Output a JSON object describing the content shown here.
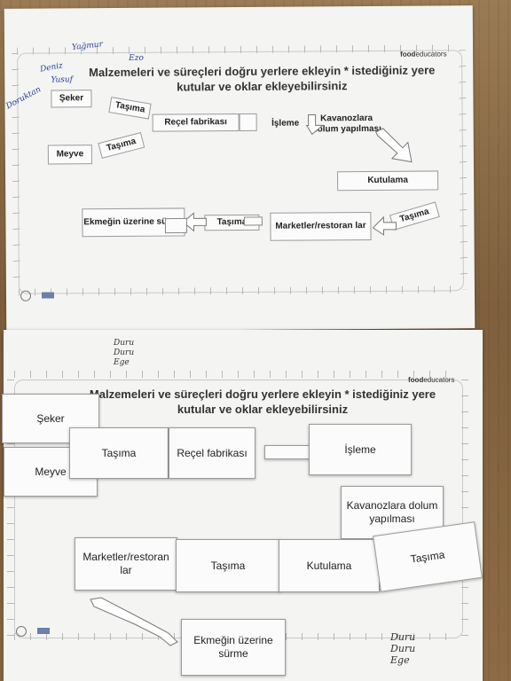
{
  "worksheets": [
    {
      "brand": {
        "bold": "food",
        "light": "educators"
      },
      "title_line1": "Malzemeleri ve süreçleri doğru yerlere ekleyin * istediğiniz yere",
      "title_line2": "kutular ve oklar ekleyebilirsiniz",
      "handwriting": [
        "Deniz",
        "Yağmur",
        "Yusuf",
        "Doruktan",
        "Ezo"
      ],
      "cards": {
        "seker": "Şeker",
        "tasima_1": "Taşıma",
        "recel": "Reçel fabrikası",
        "isleme": "İşleme",
        "kavanoz": "Kavanozlara dolum yapılması",
        "meyve": "Meyve",
        "tasima_2": "Taşıma",
        "kutulama": "Kutulama",
        "ekmek": "Ekmeğin üzerine sürme",
        "tasima_3": "Taşıma",
        "marketler": "Marketler/restoran lar",
        "tasima_4": "Taşıma"
      }
    },
    {
      "brand": {
        "bold": "food",
        "light": "educators"
      },
      "title_line1": "Malzemeleri ve süreçleri doğru yerlere ekleyin * istediğiniz yere",
      "title_line2": "kutular ve oklar ekleyebilirsiniz",
      "handwriting_top": [
        "Duru",
        "Duru",
        "Ege"
      ],
      "handwriting_bottom": [
        "Duru",
        "Duru",
        "Ege"
      ],
      "cards": {
        "seker": "Şeker",
        "tasima_1": "Taşıma",
        "recel": "Reçel fabrikası",
        "meyve": "Meyve",
        "isleme": "İşleme",
        "kavanoz": "Kavanozlara dolum yapılması",
        "marketler": "Marketler/restoran lar",
        "tasima_2": "Taşıma",
        "kutulama": "Kutulama",
        "tasima_3": "Taşıma",
        "ekmek": "Ekmeğin üzerine sürme"
      }
    }
  ]
}
